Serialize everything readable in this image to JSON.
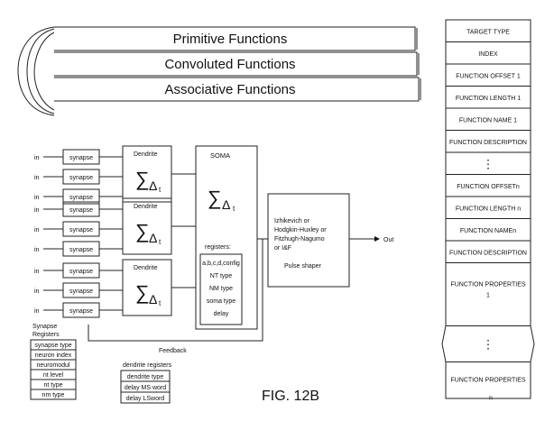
{
  "function_layers": [
    "Primitive Functions",
    "Convoluted Functions",
    "Associative Functions"
  ],
  "neuron": {
    "in_label": "in",
    "synapse_label": "synapse",
    "dendrite_label": "Dendrite",
    "sum_symbol": "∑",
    "delta_symbol": "Δ",
    "t_subscript": "t",
    "soma_label": "SOMA",
    "registers_label": "registers:",
    "soma_registers": [
      "a,b,c,d,config",
      "NT type",
      "NM type",
      "soma type",
      "delay"
    ],
    "shaper_lines": [
      "Izhikevich or",
      "Hodgkin-Huxley or",
      "Fitzhugh-Nagumo",
      "or I&F"
    ],
    "pulse_shaper": "Pulse shaper",
    "out_label": "Out",
    "feedback_label": "Feedback"
  },
  "synapse_registers": {
    "title_lines": [
      "Synapse",
      "Registers"
    ],
    "items": [
      "synapse type",
      "neuron index",
      "neuromodul",
      "nt level",
      "nt type",
      "nm type"
    ]
  },
  "dendrite_registers": {
    "title": "dendrite registers",
    "items": [
      "dendrite type",
      "delay MS word",
      "delay LSword"
    ]
  },
  "figure_label": "FIG. 12B",
  "target_table": {
    "top_rows": [
      "TARGET TYPE",
      "INDEX",
      "FUNCTION OFFSET 1",
      "FUNCTION LENGTH 1",
      "FUNCTION NAME 1",
      "FUNCTION DESCRIPTION",
      "⋮",
      "FUNCTION OFFSETn",
      "FUNCTION LENGTH n",
      "FUNCTION NAMEn",
      "FUNCTION DESCRIPTION"
    ],
    "props1_lines": [
      "FUNCTION PROPERTIES",
      "1"
    ],
    "ellipsis": "⋮",
    "propsn_lines": [
      "FUNCTION PROPERTIES",
      "n"
    ]
  }
}
